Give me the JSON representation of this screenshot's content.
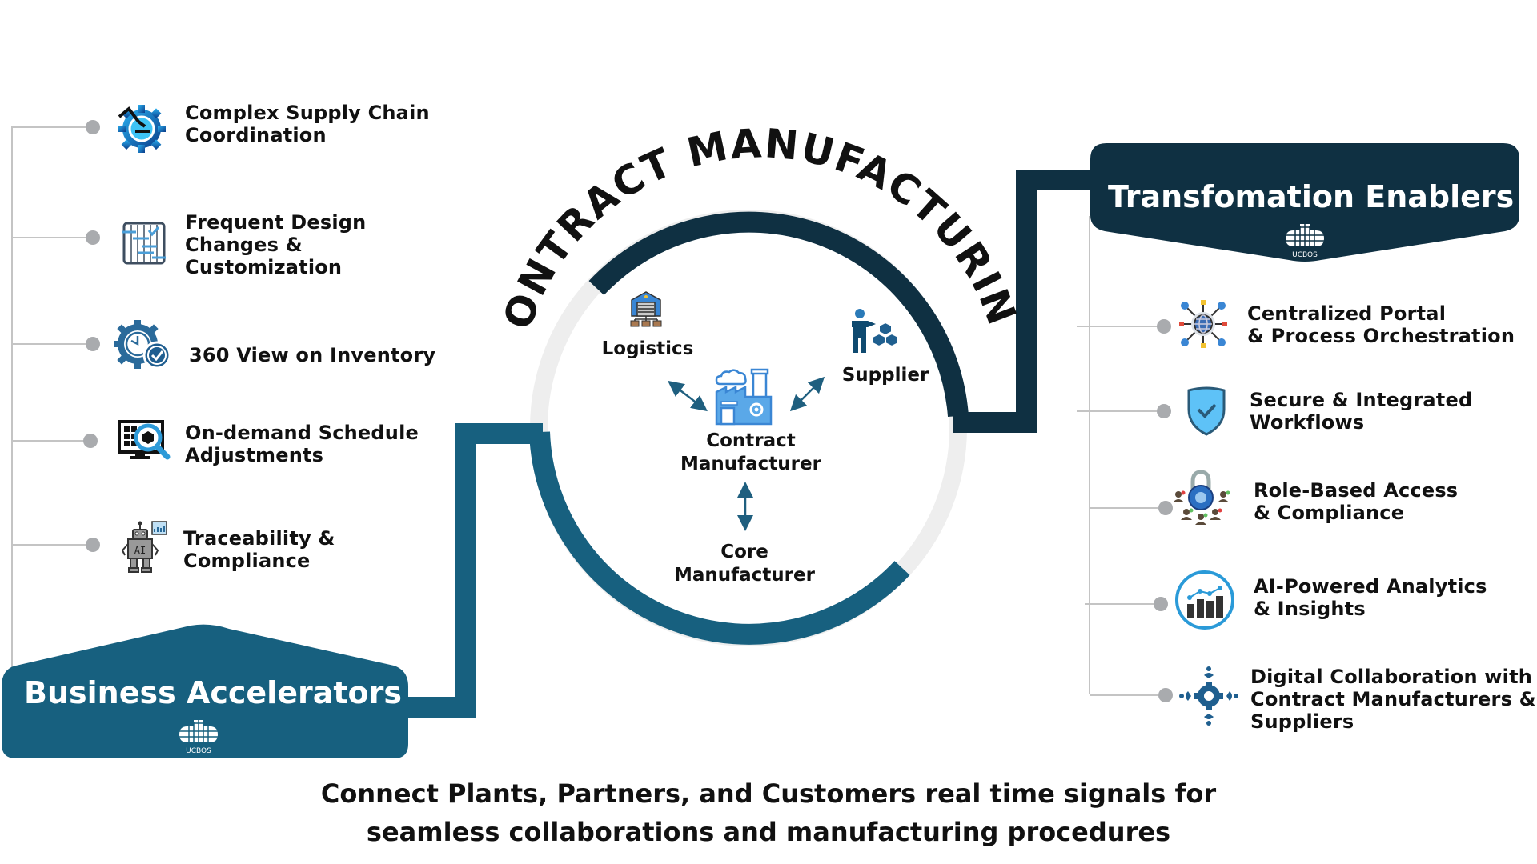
{
  "title": "CONTRACT MANUFACTURING",
  "colors": {
    "navy": "#0f3042",
    "teal": "#17607f",
    "light_ring": "#eeeeee",
    "connector_gray": "#c4c4c4",
    "dot_gray": "#a9abae",
    "icon_blue": "#4a90d9"
  },
  "business_accelerators": {
    "title": "Business Accelerators",
    "logo_text": "UCBOS",
    "items": [
      {
        "label_lines": [
          "Complex Supply Chain",
          "Coordination"
        ],
        "icon": "robot-arm-gear-icon"
      },
      {
        "label_lines": [
          "Frequent Design",
          "Changes &",
          "Customization"
        ],
        "icon": "design-blueprint-icon"
      },
      {
        "label_lines": [
          "360 View on Inventory"
        ],
        "icon": "gear-clock-check-icon"
      },
      {
        "label_lines": [
          "On-demand Schedule",
          "Adjustments"
        ],
        "icon": "monitor-search-cube-icon"
      },
      {
        "label_lines": [
          "Traceability &",
          "Compliance"
        ],
        "icon": "ai-robot-chart-icon"
      }
    ]
  },
  "transformation_enablers": {
    "title": "Transfomation Enablers",
    "logo_text": "UCBOS",
    "items": [
      {
        "label_lines": [
          "Centralized Portal",
          "& Process Orchestration"
        ],
        "icon": "globe-network-icon"
      },
      {
        "label_lines": [
          "Secure & Integrated",
          "Workflows"
        ],
        "icon": "shield-check-icon"
      },
      {
        "label_lines": [
          "Role-Based Access",
          "& Compliance"
        ],
        "icon": "lock-users-icon"
      },
      {
        "label_lines": [
          "AI-Powered Analytics",
          "& Insights"
        ],
        "icon": "analytics-chart-circle-icon"
      },
      {
        "label_lines": [
          "Digital Collaboration with",
          "Contract Manufacturers &",
          "Suppliers"
        ],
        "icon": "collaboration-gear-people-icon"
      }
    ]
  },
  "center": {
    "logistics": "Logistics",
    "supplier": "Supplier",
    "contract_manufacturer": [
      "Contract",
      "Manufacturer"
    ],
    "core_manufacturer": [
      "Core",
      "Manufacturer"
    ]
  },
  "footer": {
    "line1": "Connect Plants, Partners, and Customers real time signals for",
    "line2": "seamless collaborations and manufacturing procedures"
  }
}
